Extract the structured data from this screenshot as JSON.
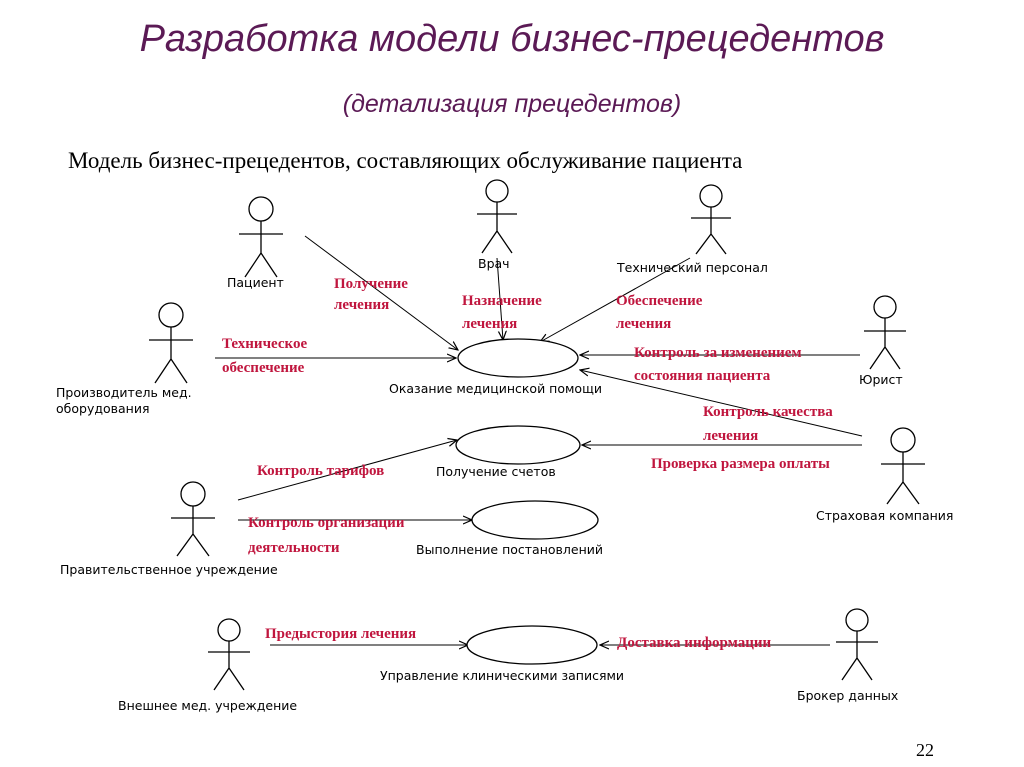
{
  "title": "Разработка модели бизнес-прецедентов",
  "subtitle": "(детализация прецедентов)",
  "heading": "Модель бизнес-прецедентов, составляющих обслуживание пациента",
  "page_number": "22",
  "actors": {
    "patient": "Пациент",
    "doctor": "Врач",
    "tech_staff": "Технический персонал",
    "med_manufacturer": [
      "Производитель мед.",
      "оборудования"
    ],
    "lawyer": "Юрист",
    "insurance": "Страховая компания",
    "government": "Правительственное учреждение",
    "external_med": "Внешнее мед. учреждение",
    "data_broker": "Брокер данных"
  },
  "use_cases": {
    "medical_care": "Оказание медицинской помощи",
    "billing": "Получение счетов",
    "regulations": "Выполнение постановлений",
    "records": "Управление клиническими записями"
  },
  "associations": {
    "receive_treatment": [
      "Получение",
      "лечения"
    ],
    "prescribe_treatment": [
      "Назначение",
      "лечения"
    ],
    "provide_treatment": [
      "Обеспечение",
      "лечения"
    ],
    "tech_support": [
      "Техническое",
      "обеспечение"
    ],
    "monitor_condition": [
      "Контроль за изменением",
      "состояния пациента"
    ],
    "quality_control": [
      "Контроль качества",
      "лечения"
    ],
    "payment_check": "Проверка размера оплаты",
    "tariff_control": "Контроль тарифов",
    "org_control": [
      "Контроль организации",
      "деятельности"
    ],
    "treatment_history": "Предыстория лечения",
    "info_delivery": "Доставка информации"
  }
}
